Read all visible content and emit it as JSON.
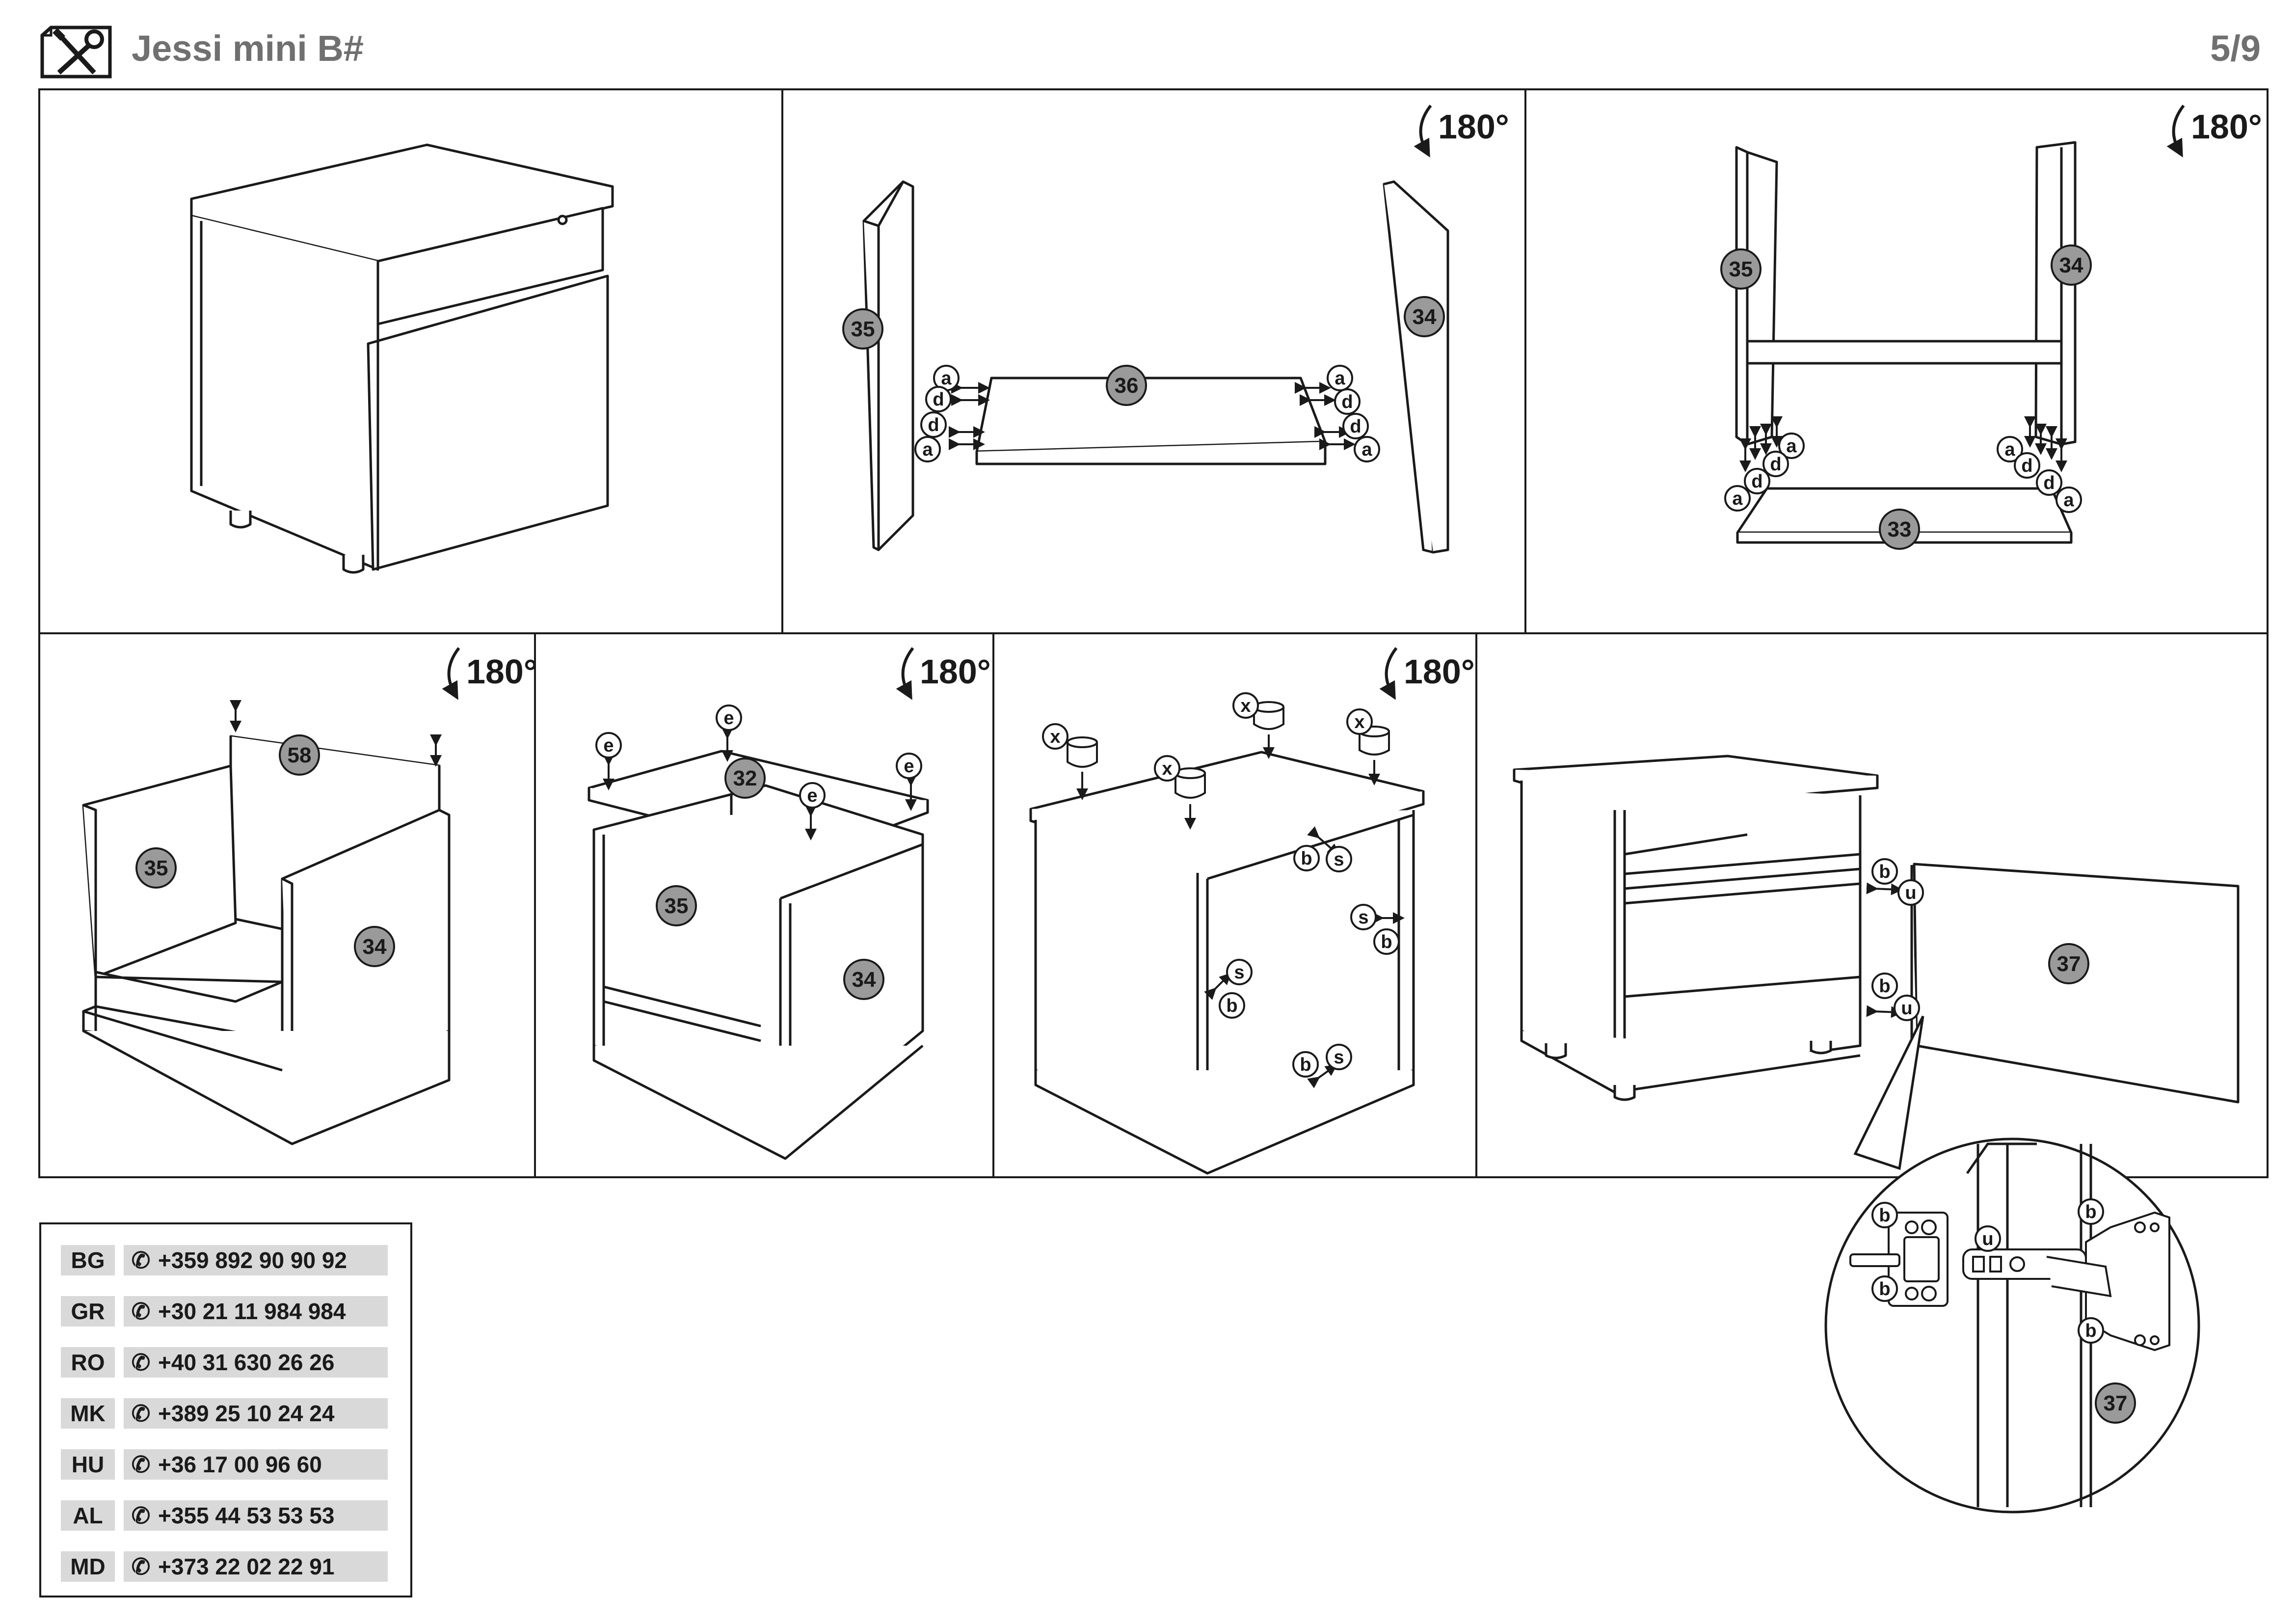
{
  "header": {
    "title": "Jessi mini B#",
    "page": "5/9",
    "icon": "tools-icon"
  },
  "rotation_label": "180°",
  "part_labels": {
    "p33": "33",
    "p34": "34",
    "p35": "35",
    "p36": "36",
    "p32": "32",
    "p37": "37",
    "p58": "58"
  },
  "hardware_labels": {
    "a": "a",
    "d": "d",
    "e": "e",
    "x": "x",
    "s": "s",
    "b": "b",
    "u": "u"
  },
  "contacts": [
    {
      "code": "BG",
      "phone": "+359 892 90 90 92",
      "icon": "phone-icon"
    },
    {
      "code": "GR",
      "phone": "+30 21 11 984 984",
      "icon": "phone-icon"
    },
    {
      "code": "RO",
      "phone": "+40 31 630 26 26",
      "icon": "phone-icon"
    },
    {
      "code": "MK",
      "phone": "+389 25 10 24 24",
      "icon": "phone-icon"
    },
    {
      "code": "HU",
      "phone": "+36 17 00 96 60",
      "icon": "phone-icon"
    },
    {
      "code": "AL",
      "phone": "+355 44 53 53 53",
      "icon": "phone-icon"
    },
    {
      "code": "MD",
      "phone": "+373 22 02 22 91",
      "icon": "phone-icon"
    }
  ],
  "colors": {
    "badge_fill": "#9a9a9a",
    "line": "#1a1a1a",
    "header_text": "#707070"
  }
}
